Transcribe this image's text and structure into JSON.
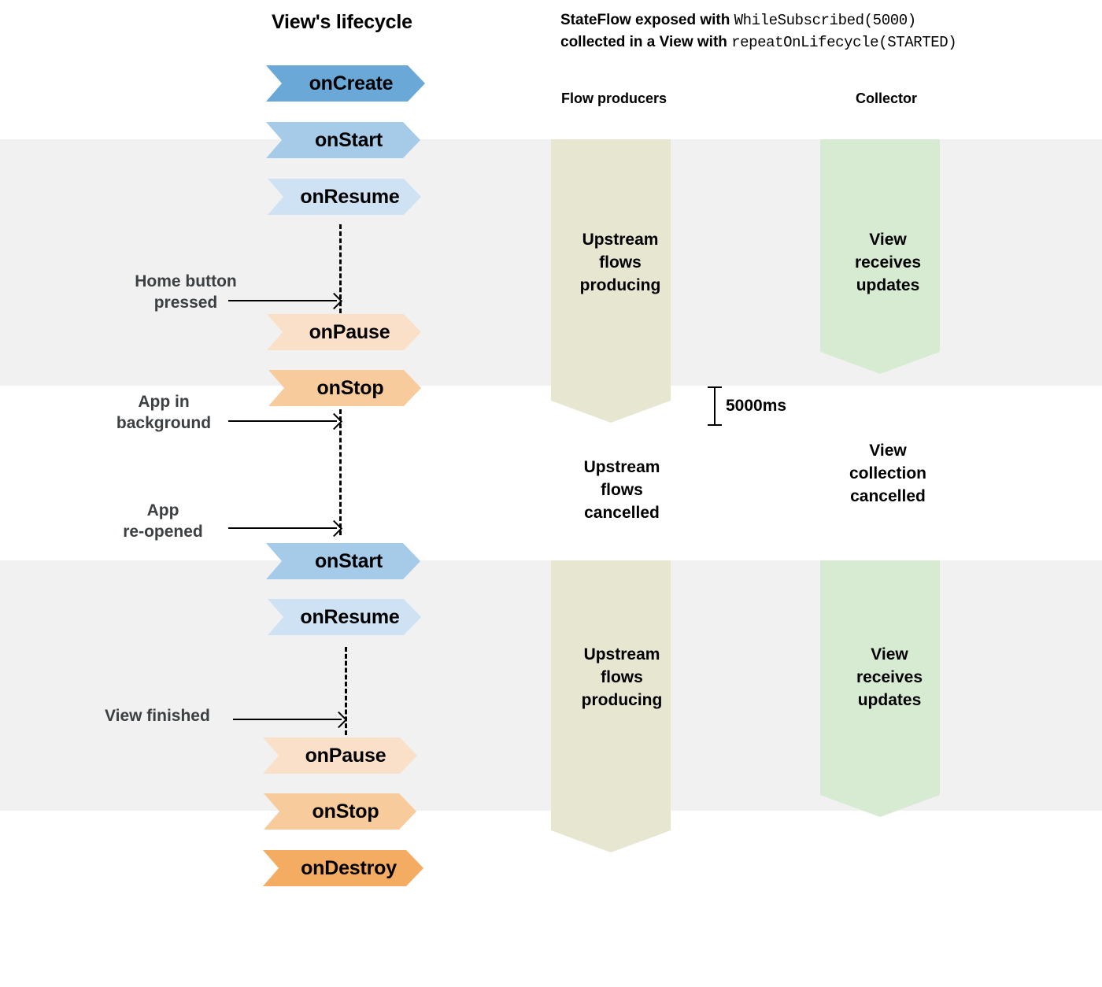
{
  "headings": {
    "lifecycle_title": "View's lifecycle",
    "stateflow_title_bold_1": "StateFlow exposed with ",
    "stateflow_title_code_1": "WhileSubscribed(5000)",
    "stateflow_title_bold_2": "collected in a View with ",
    "stateflow_title_code_2": "repeatOnLifecycle(STARTED)",
    "flow_producers": "Flow producers",
    "collector": "Collector"
  },
  "lifecycle_events": [
    {
      "label": "onCreate",
      "color": "#6aa8d8"
    },
    {
      "label": "onStart",
      "color": "#a6cbe8"
    },
    {
      "label": "onResume",
      "color": "#cfe2f3"
    },
    {
      "label": "onPause",
      "color": "#fae0c8"
    },
    {
      "label": "onStop",
      "color": "#f8cb9c"
    },
    {
      "label": "onStart",
      "color": "#a6cbe8"
    },
    {
      "label": "onResume",
      "color": "#cfe2f3"
    },
    {
      "label": "onPause",
      "color": "#fae0c8"
    },
    {
      "label": "onStop",
      "color": "#f8cb9c"
    },
    {
      "label": "onDestroy",
      "color": "#f4ab62"
    }
  ],
  "annotations": [
    {
      "line1": "Home button",
      "line2": "pressed"
    },
    {
      "line1": "App in",
      "line2": "background"
    },
    {
      "line1": "App",
      "line2": "re-opened"
    },
    {
      "line1": "View finished",
      "line2": ""
    }
  ],
  "flow_states": {
    "producing_1": "Upstream\nflows\nproducing",
    "producing_1_l1": "Upstream",
    "producing_1_l2": "flows",
    "producing_1_l3": "producing",
    "cancelled_l1": "Upstream",
    "cancelled_l2": "flows",
    "cancelled_l3": "cancelled",
    "producing_2_l1": "Upstream",
    "producing_2_l2": "flows",
    "producing_2_l3": "producing"
  },
  "collector_states": {
    "receiving_1_l1": "View",
    "receiving_1_l2": "receives",
    "receiving_1_l3": "updates",
    "cancelled_l1": "View",
    "cancelled_l2": "collection",
    "cancelled_l3": "cancelled",
    "receiving_2_l1": "View",
    "receiving_2_l2": "receives",
    "receiving_2_l3": "updates"
  },
  "timeout": {
    "label": "5000ms"
  },
  "colors": {
    "band_grey": "#f1f1f1",
    "flow_olive": "#e7e6d0",
    "collector_green": "#d6ebd2",
    "annotation_text": "#3c4043",
    "background": "#ffffff"
  }
}
